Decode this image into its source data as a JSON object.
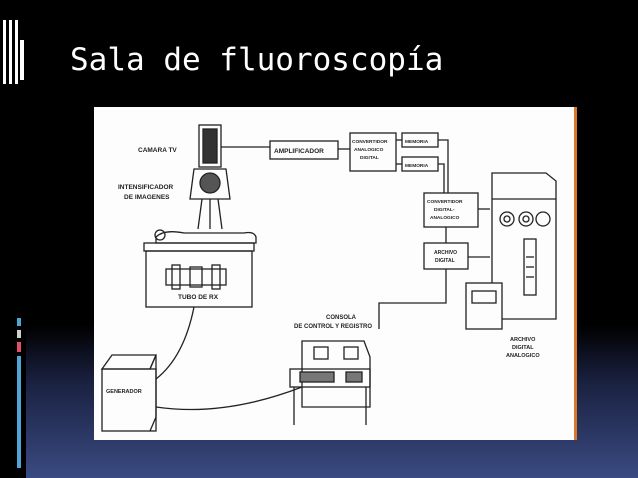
{
  "slide": {
    "title": "Sala de fluoroscopía"
  },
  "diagram": {
    "labels": {
      "camara_tv": "CAMARA TV",
      "intensificador_1": "INTENSIFICADOR",
      "intensificador_2": "DE IMAGENES",
      "tubo_rx": "TUBO DE RX",
      "amplificador": "AMPLIFICADOR",
      "conv_ad_1": "CONVERTIDOR",
      "conv_ad_2": "ANALOGICO",
      "conv_ad_3": "DIGITAL",
      "memoria_1": "MEMORIA",
      "memoria_2": "MEMORIA",
      "conv_da_1": "CONVERTIDOR",
      "conv_da_2": "DIGITAL-",
      "conv_da_3": "ANALOGICO",
      "archivo_dig_1": "ARCHIVO",
      "archivo_dig_2": "DIGITAL",
      "consola_1": "CONSOLA",
      "consola_2": "DE CONTROL Y REGISTRO",
      "generador": "GENERADOR",
      "archivo_da_1": "ARCHIVO",
      "archivo_da_2": "DIGITAL",
      "archivo_da_3": "ANALOGICO"
    }
  }
}
